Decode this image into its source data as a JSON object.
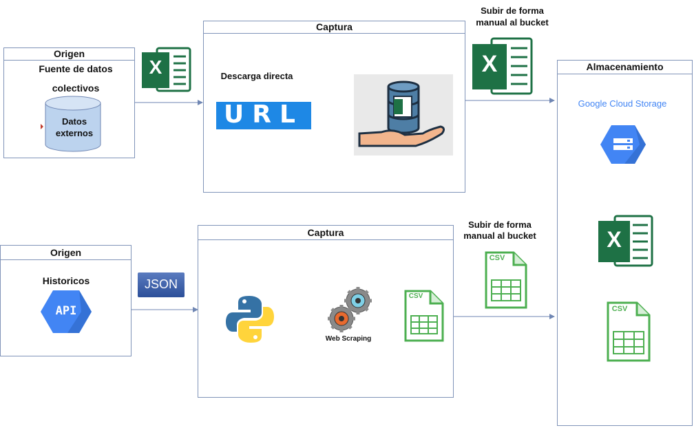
{
  "top": {
    "origin": {
      "title": "Origen",
      "line1": "Fuente de datos",
      "line2": "colectivos",
      "db_line1": "Datos",
      "db_line2": "externos"
    },
    "capture": {
      "title": "Captura",
      "method": "Descarga directa",
      "url_label": "URL"
    },
    "upload_note": {
      "line1": "Subir de forma",
      "line2": "manual al bucket"
    }
  },
  "bottom": {
    "origin": {
      "title": "Origen",
      "subtitle": "Historicos",
      "api_label": "API"
    },
    "json_label": "JSON",
    "capture": {
      "title": "Captura",
      "scraping_label": "Web Scraping"
    },
    "upload_note": {
      "line1": "Subir de forma",
      "line2": "manual al bucket"
    }
  },
  "storage": {
    "title": "Almacenamiento",
    "service": "Google Cloud Storage"
  },
  "file_labels": {
    "excel": "X",
    "csv": "CSV"
  },
  "colors": {
    "border": "#7f93b8",
    "excel_green": "#1e7145",
    "csv_green": "#4caf50",
    "gcs_blue": "#4285f4",
    "url_blue": "#1e88e5"
  }
}
